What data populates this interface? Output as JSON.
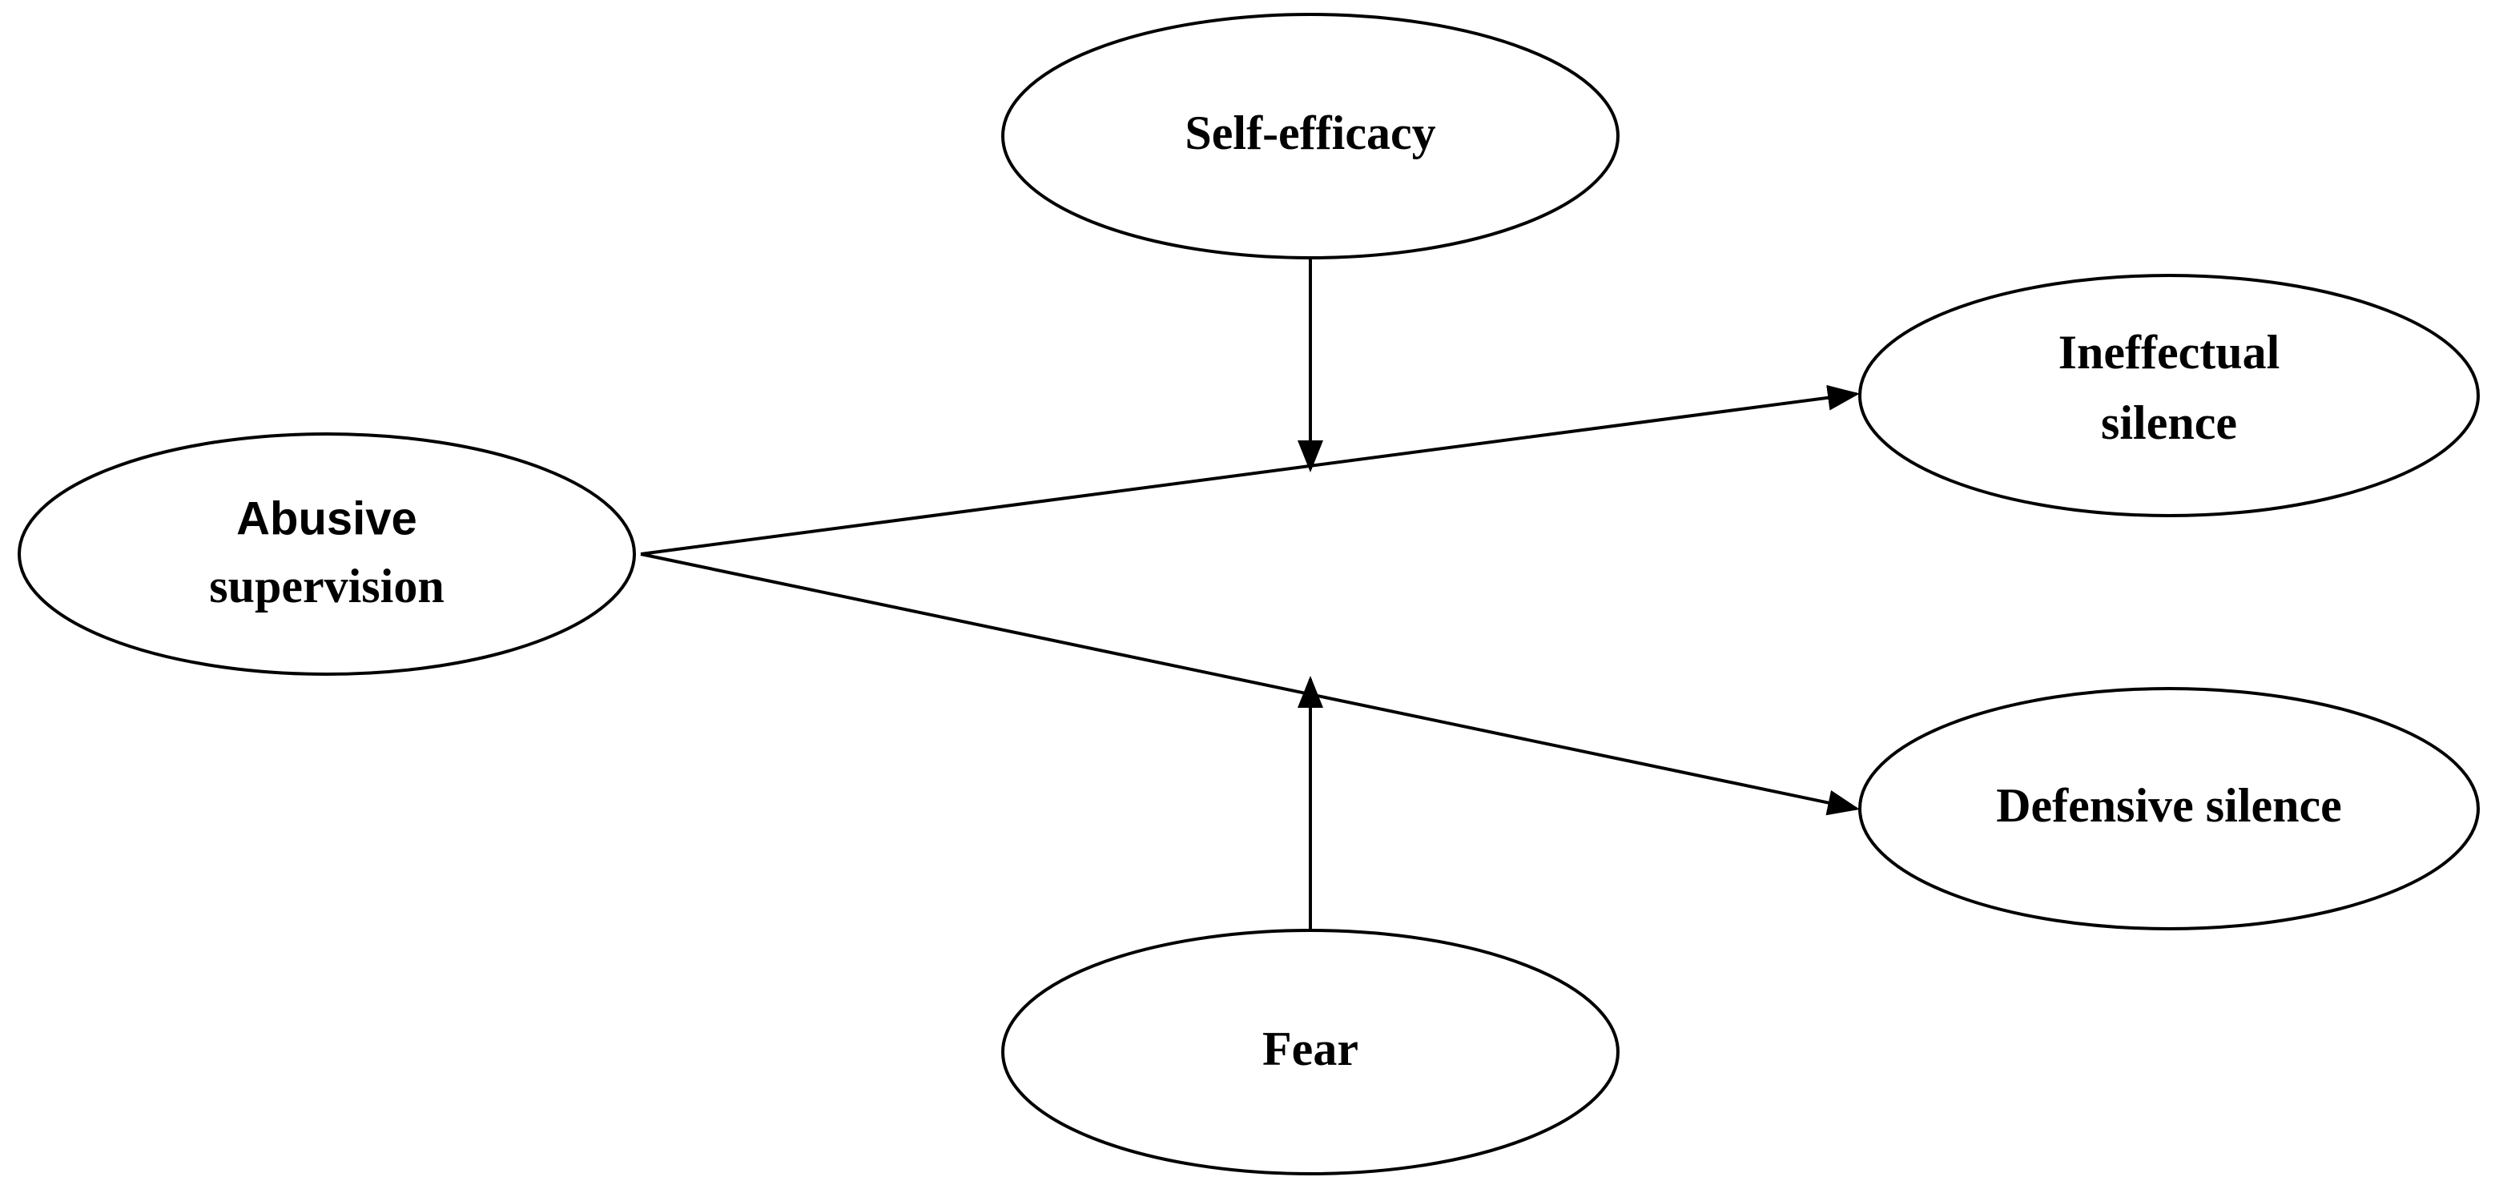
{
  "diagram": {
    "nodes": {
      "self_efficacy": {
        "lines": [
          "Self-efficacy"
        ]
      },
      "abusive_supervision": {
        "lines": [
          "Abusive",
          "supervision"
        ]
      },
      "ineffectual_silence": {
        "lines": [
          "Ineffectual",
          "silence"
        ]
      },
      "defensive_silence": {
        "lines": [
          "Defensive silence"
        ]
      },
      "fear": {
        "lines": [
          "Fear"
        ]
      }
    },
    "edges": [
      {
        "from": "abusive_supervision",
        "to": "ineffectual_silence",
        "type": "directed"
      },
      {
        "from": "abusive_supervision",
        "to": "defensive_silence",
        "type": "directed"
      },
      {
        "from": "self_efficacy",
        "to": "abusive_supervision→ineffectual_silence",
        "type": "moderation"
      },
      {
        "from": "fear",
        "to": "abusive_supervision→defensive_silence",
        "type": "moderation"
      }
    ],
    "colors": {
      "stroke": "#000000",
      "fill": "#ffffff"
    }
  }
}
